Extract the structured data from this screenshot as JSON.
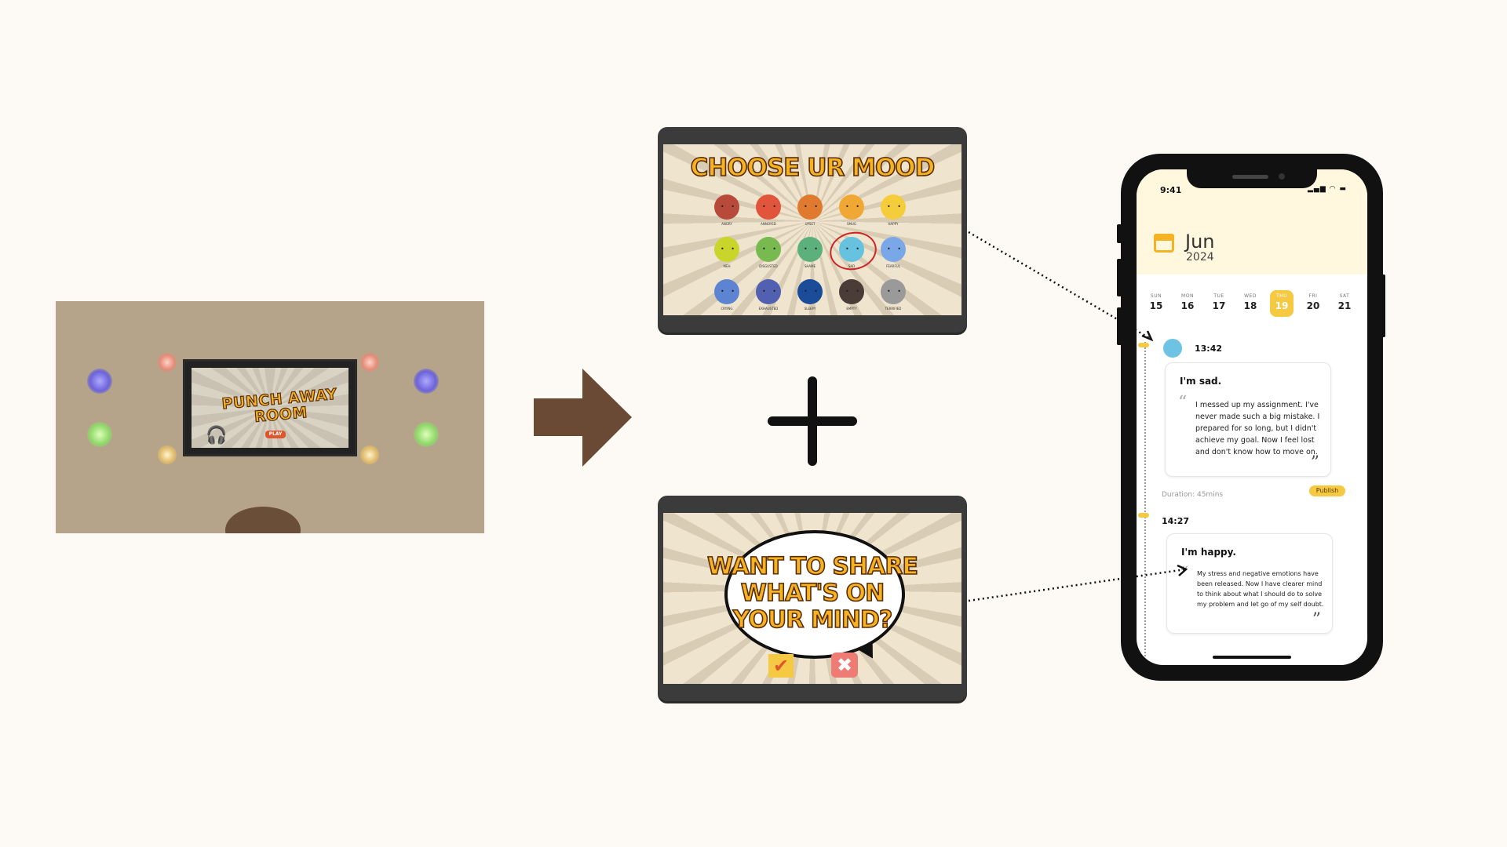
{
  "room": {
    "screen_title": "PUNCH AWAY ROOM",
    "play_label": "PLAY"
  },
  "mood_tablet": {
    "title": "CHOOSE UR MOOD",
    "moods": [
      {
        "label": "ANGRY",
        "color": "#b84a3c"
      },
      {
        "label": "ANNOYED",
        "color": "#e0553b"
      },
      {
        "label": "UPSET",
        "color": "#e07a2f"
      },
      {
        "label": "SMUG",
        "color": "#f0a733"
      },
      {
        "label": "HAPPY",
        "color": "#f5cc3a"
      },
      {
        "label": "MEH",
        "color": "#c9d52a"
      },
      {
        "label": "DISGUSTED",
        "color": "#79ba50"
      },
      {
        "label": "SHAME",
        "color": "#5bb07c"
      },
      {
        "label": "SAD",
        "color": "#66c2de"
      },
      {
        "label": "FEARFUL",
        "color": "#7aa7e8"
      },
      {
        "label": "CRYING",
        "color": "#5d84d2"
      },
      {
        "label": "EXHAUSTED",
        "color": "#5160b0"
      },
      {
        "label": "SLEEPY",
        "color": "#1b4c9a"
      },
      {
        "label": "EMPTY",
        "color": "#4a3d38"
      },
      {
        "label": "TERRIFIED",
        "color": "#9a9a9a"
      }
    ],
    "selected": "SAD"
  },
  "share_tablet": {
    "title_lines": [
      "WANT TO SHARE",
      "WHAT'S ON",
      "YOUR MIND?"
    ],
    "yes_icon": "checkmark-icon",
    "no_icon": "x-icon"
  },
  "phone": {
    "time": "9:41",
    "month": "Jun",
    "year": "2024",
    "week": [
      {
        "name": "SUN",
        "date": "15"
      },
      {
        "name": "MON",
        "date": "16"
      },
      {
        "name": "TUE",
        "date": "17"
      },
      {
        "name": "WED",
        "date": "18"
      },
      {
        "name": "THU",
        "date": "19",
        "selected": true
      },
      {
        "name": "FRI",
        "date": "20"
      },
      {
        "name": "SAT",
        "date": "21"
      }
    ],
    "entry1": {
      "time": "13:42",
      "title": "I'm sad.",
      "body": "I messed up my assignment. I've never made such a big mistake. I prepared for so long, but I didn't achieve my goal. Now I feel lost and don't know how to move on.",
      "duration": "Duration: 45mins",
      "publish_label": "Publish"
    },
    "entry2": {
      "time": "14:27",
      "title": "I'm happy.",
      "body": "My stress and negative emotions have been released. Now I have clearer mind to think about what I should do to solve my problem and let go of my self doubt."
    }
  },
  "colors": {
    "background": "#fdf9f5",
    "arrow": "#6b4a35",
    "accent": "#f5c942",
    "comic_text": "#f5b323"
  }
}
